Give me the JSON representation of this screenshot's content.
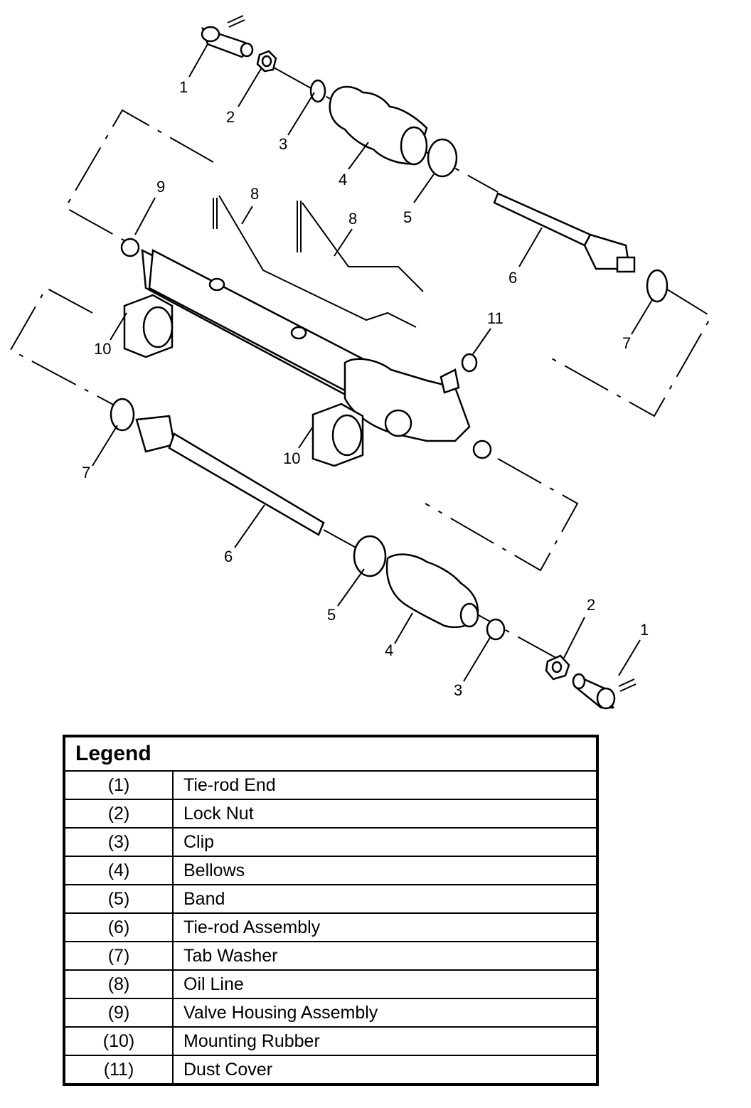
{
  "callouts": {
    "c1a": "1",
    "c2a": "2",
    "c3a": "3",
    "c4a": "4",
    "c5a": "5",
    "c6a": "6",
    "c7a": "7",
    "c8a": "8",
    "c8b": "8",
    "c9": "9",
    "c10a": "10",
    "c10b": "10",
    "c11": "11",
    "c7b": "7",
    "c6b": "6",
    "c5b": "5",
    "c4b": "4",
    "c3b": "3",
    "c2b": "2",
    "c1b": "1"
  },
  "legend": {
    "title": "Legend",
    "rows": [
      {
        "num": "(1)",
        "desc": "Tie-rod End"
      },
      {
        "num": "(2)",
        "desc": "Lock Nut"
      },
      {
        "num": "(3)",
        "desc": "Clip"
      },
      {
        "num": "(4)",
        "desc": "Bellows"
      },
      {
        "num": "(5)",
        "desc": "Band"
      },
      {
        "num": "(6)",
        "desc": "Tie-rod Assembly"
      },
      {
        "num": "(7)",
        "desc": "Tab Washer"
      },
      {
        "num": "(8)",
        "desc": "Oil Line"
      },
      {
        "num": "(9)",
        "desc": "Valve Housing Assembly"
      },
      {
        "num": "(10)",
        "desc": "Mounting Rubber"
      },
      {
        "num": "(11)",
        "desc": "Dust Cover"
      }
    ]
  }
}
